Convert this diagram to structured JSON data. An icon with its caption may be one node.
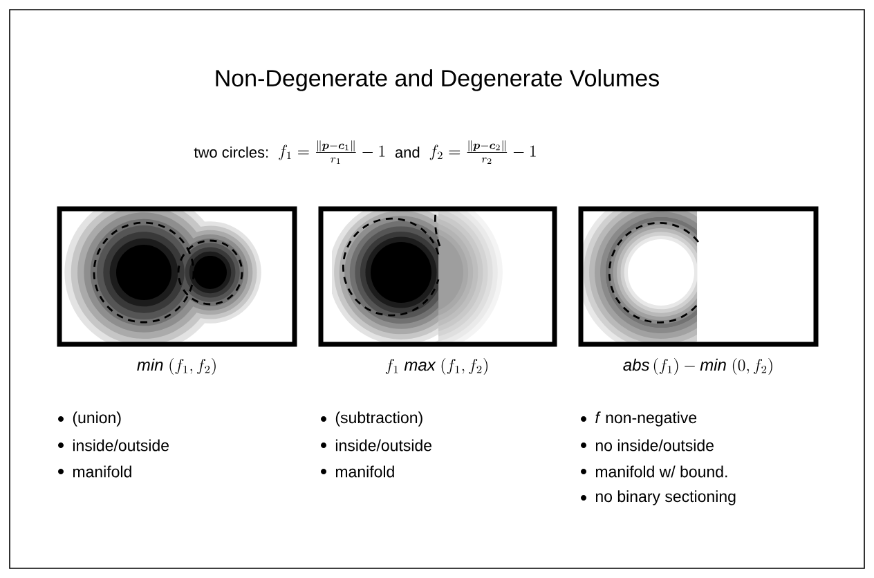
{
  "diagram": {
    "title": "Non-Degenerate and Degenerate Volumes",
    "labels": [
      "two circles:",
      "f_1 = \\frac{\\|\\boldsymbol{p}-\\boldsymbol{c}_1\\|}{r_1} - 1",
      "and",
      "f_2 = \\frac{\\|\\boldsymbol{p}-\\boldsymbol{c}_2\\|}{r_2} - 1",
      "\\mathit{min}\\;(f_1,f_2)",
      "f_1\\;\\mathit{max}\\;(f_1,f_2)",
      "\\mathit{abs}\\,(f_1) - \\mathit{min}\\;(0,f_2)",
      "(union)",
      "(subtraction)",
      "*f* non-negative",
      "inside/outside",
      "inside/outside",
      "no inside/outside",
      "manifold",
      "manifold",
      "manifold w/ bound.",
      "no binary sectioning"
    ]
  }
}
